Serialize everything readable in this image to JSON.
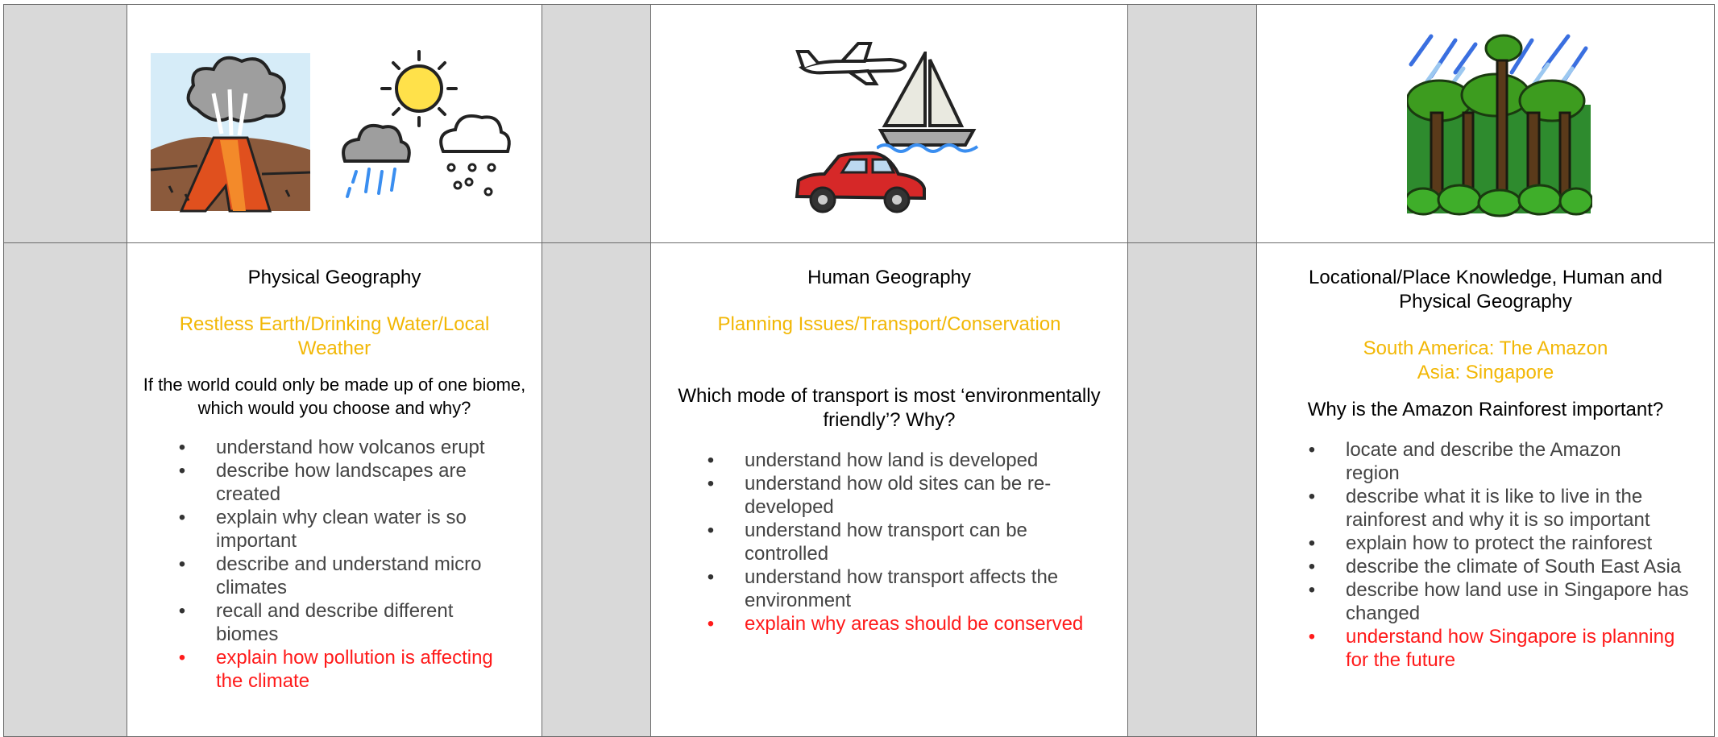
{
  "columns": [
    {
      "title": "Physical Geography",
      "subtitle_lines": [
        "Restless Earth/Drinking Water/Local",
        "Weather"
      ],
      "question_lines": [
        "If the world could only be made up of one biome,",
        "which would you choose and why?"
      ],
      "points": [
        {
          "lines": [
            "understand how volcanos erupt"
          ],
          "highlight": false
        },
        {
          "lines": [
            "describe how landscapes are",
            "created"
          ],
          "highlight": false
        },
        {
          "lines": [
            "explain why clean water is so",
            "important"
          ],
          "highlight": false
        },
        {
          "lines": [
            "describe and understand micro",
            "climates"
          ],
          "highlight": false
        },
        {
          "lines": [
            "recall and describe different",
            "biomes"
          ],
          "highlight": false
        },
        {
          "lines": [
            "explain how pollution is affecting",
            "the climate"
          ],
          "highlight": true
        }
      ],
      "icons": [
        "volcano-icon",
        "weather-icon"
      ]
    },
    {
      "title": "Human Geography",
      "subtitle_lines": [
        "Planning Issues/Transport/Conservation"
      ],
      "question_lines": [
        "Which mode of transport is most ‘environmentally",
        "friendly’? Why?"
      ],
      "points": [
        {
          "lines": [
            "understand how land is developed"
          ],
          "highlight": false
        },
        {
          "lines": [
            "understand how old sites can be re-",
            "developed"
          ],
          "highlight": false
        },
        {
          "lines": [
            "understand how transport can be",
            "controlled"
          ],
          "highlight": false
        },
        {
          "lines": [
            "understand how transport affects the",
            "environment"
          ],
          "highlight": false
        },
        {
          "lines": [
            "explain why areas should be conserved"
          ],
          "highlight": true
        }
      ],
      "icons": [
        "airplane-icon",
        "sailboat-icon",
        "car-icon"
      ]
    },
    {
      "title_lines": [
        "Locational/Place Knowledge, Human and",
        "Physical Geography"
      ],
      "subtitle_lines": [
        "South America: The Amazon",
        "Asia: Singapore"
      ],
      "question_lines": [
        "Why is the Amazon Rainforest important?"
      ],
      "points": [
        {
          "lines": [
            "locate and describe the Amazon",
            "region"
          ],
          "highlight": false
        },
        {
          "lines": [
            "describe what it is like to live in the",
            "rainforest and why it is so important"
          ],
          "highlight": false
        },
        {
          "lines": [
            "explain how to protect the rainforest"
          ],
          "highlight": false
        },
        {
          "lines": [
            "describe the climate of South East Asia"
          ],
          "highlight": false
        },
        {
          "lines": [
            "describe how land use in Singapore has",
            "changed"
          ],
          "highlight": false
        },
        {
          "lines": [
            "understand how Singapore is planning",
            "for the future"
          ],
          "highlight": true
        }
      ],
      "icons": [
        "rainforest-icon"
      ]
    }
  ],
  "colors": {
    "subtitle": "#f2b705",
    "highlight": "#ff1a1a",
    "gray_column": "#d9d9d9",
    "border": "#6b6b6b"
  }
}
